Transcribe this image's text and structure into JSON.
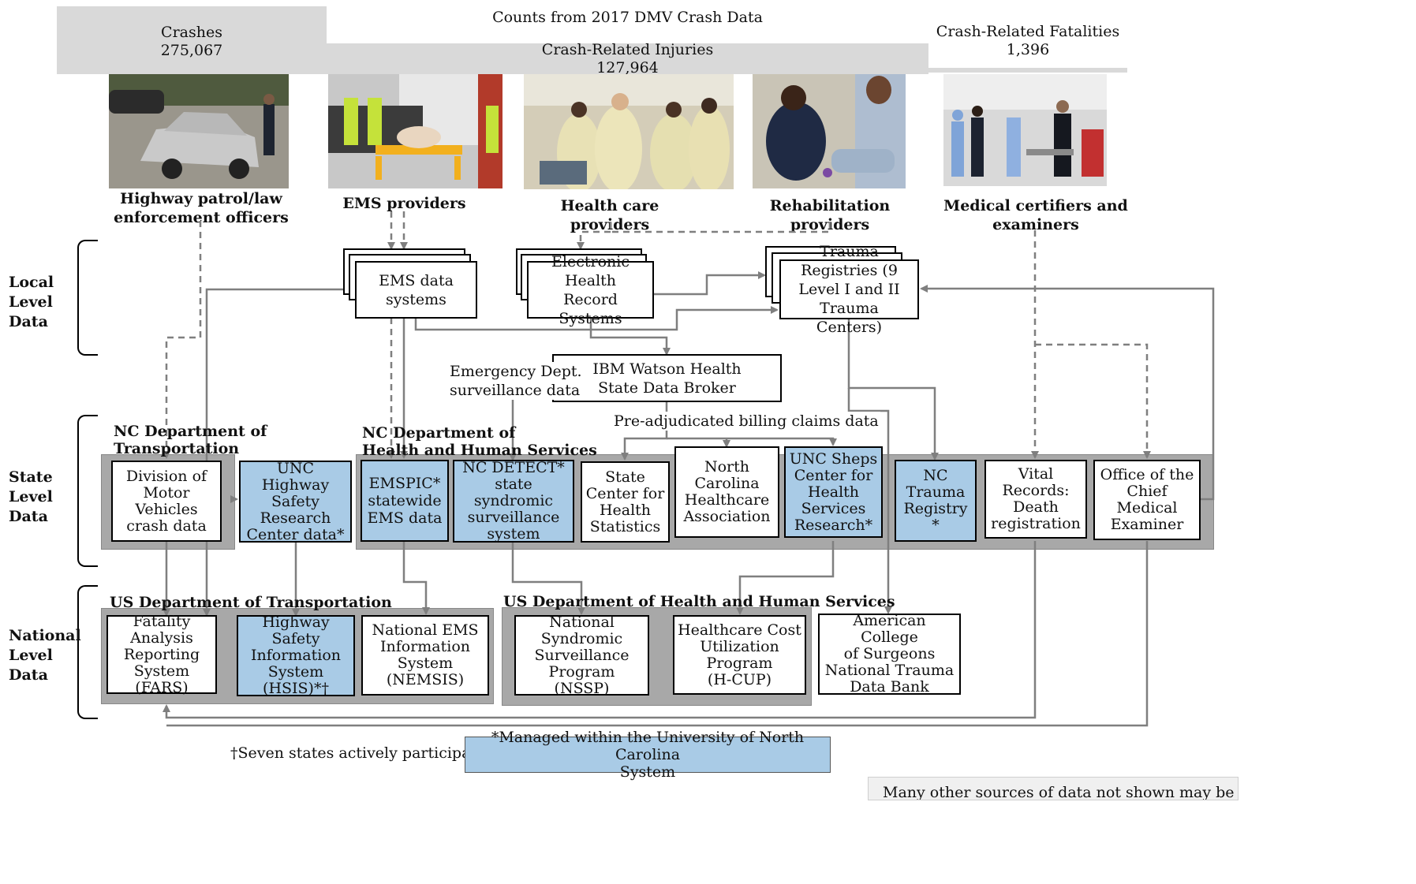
{
  "header": {
    "title": "Counts from 2017 DMV Crash Data",
    "crashes_label": "Crashes",
    "crashes_count": "275,067",
    "injuries_label": "Crash-Related Injuries",
    "injuries_count": "127,964",
    "fatalities_label": "Crash-Related Fatalities",
    "fatalities_count": "1,396"
  },
  "providers": {
    "law": [
      "Highway patrol/law",
      "enforcement officers"
    ],
    "ems": "EMS providers",
    "health": "Health care providers",
    "rehab": "Rehabilitation providers",
    "medical": [
      "Medical certifiers and",
      "examiners"
    ]
  },
  "levels": {
    "local": [
      "Local",
      "Level",
      "Data"
    ],
    "state": [
      "State",
      "Level",
      "Data"
    ],
    "national": [
      "National",
      "Level",
      "Data"
    ]
  },
  "local": {
    "ems": "EMS data systems",
    "ehr": [
      "Electronic Health",
      "Record Systems"
    ],
    "trauma": [
      "Trauma Registries (9",
      "Level I and II Trauma",
      "Centers)"
    ],
    "ibm": [
      "IBM Watson Health",
      "State Data Broker"
    ],
    "ed_label": [
      "Emergency Dept.",
      "surveillance data"
    ],
    "billing_label": "Pre-adjudicated billing claims data"
  },
  "state": {
    "ncdot_title": [
      "NC Department of",
      "Transportation"
    ],
    "ncdhhs_title": [
      "NC Department of",
      "Health and Human Services"
    ],
    "dmv": [
      "Division of",
      "Motor",
      "Vehicles",
      "crash data"
    ],
    "unc_hsrc": [
      "UNC Highway",
      "Safety",
      "Research",
      "Center data*"
    ],
    "emspic": [
      "EMSPIC*",
      "statewide",
      "EMS data"
    ],
    "ncdetect": [
      "NC DETECT*",
      "state",
      "syndromic",
      "surveillance",
      "system"
    ],
    "schs": [
      "State",
      "Center for",
      "Health",
      "Statistics"
    ],
    "ncha": [
      "North",
      "Carolina",
      "Healthcare",
      "Association"
    ],
    "sheps": [
      "UNC Sheps",
      "Center for",
      "Health",
      "Services",
      "Research*"
    ],
    "nctr": [
      "NC",
      "Trauma",
      "Registry",
      "*"
    ],
    "vital": [
      "Vital",
      "Records:",
      "Death",
      "registration"
    ],
    "ocme": [
      "Office of the",
      "Chief Medical",
      "Examiner"
    ]
  },
  "national": {
    "usdot_title": "US Department of Transportation",
    "ushhs_title": "US Department of Health and Human Services",
    "fars": [
      "Fatality",
      "Analysis",
      "Reporting",
      "System (FARS)"
    ],
    "hsis": [
      "Highway",
      "Safety",
      "Information",
      "System",
      "(HSIS)*†"
    ],
    "nemsis": [
      "National EMS",
      "Information",
      "System",
      "(NEMSIS)"
    ],
    "nssp": [
      "National",
      "Syndromic",
      "Surveillance",
      "Program (NSSP)"
    ],
    "hcup": [
      "Healthcare Cost",
      "Utilization",
      "Program",
      "(H-CUP)"
    ],
    "acs": [
      "American College",
      "of Surgeons",
      "National Trauma",
      "Data Bank"
    ]
  },
  "footer": {
    "seven_states": "†Seven states actively participating",
    "managed": [
      "*Managed within the University of North Carolina",
      "System"
    ],
    "other_sources": "Many other sources of data not shown may be useful in"
  },
  "colors": {
    "blue_fill": "#a9cbe6",
    "gray_group": "#a8a8a8",
    "band": "#d9d9d9",
    "arrow": "#7f7f7f"
  }
}
